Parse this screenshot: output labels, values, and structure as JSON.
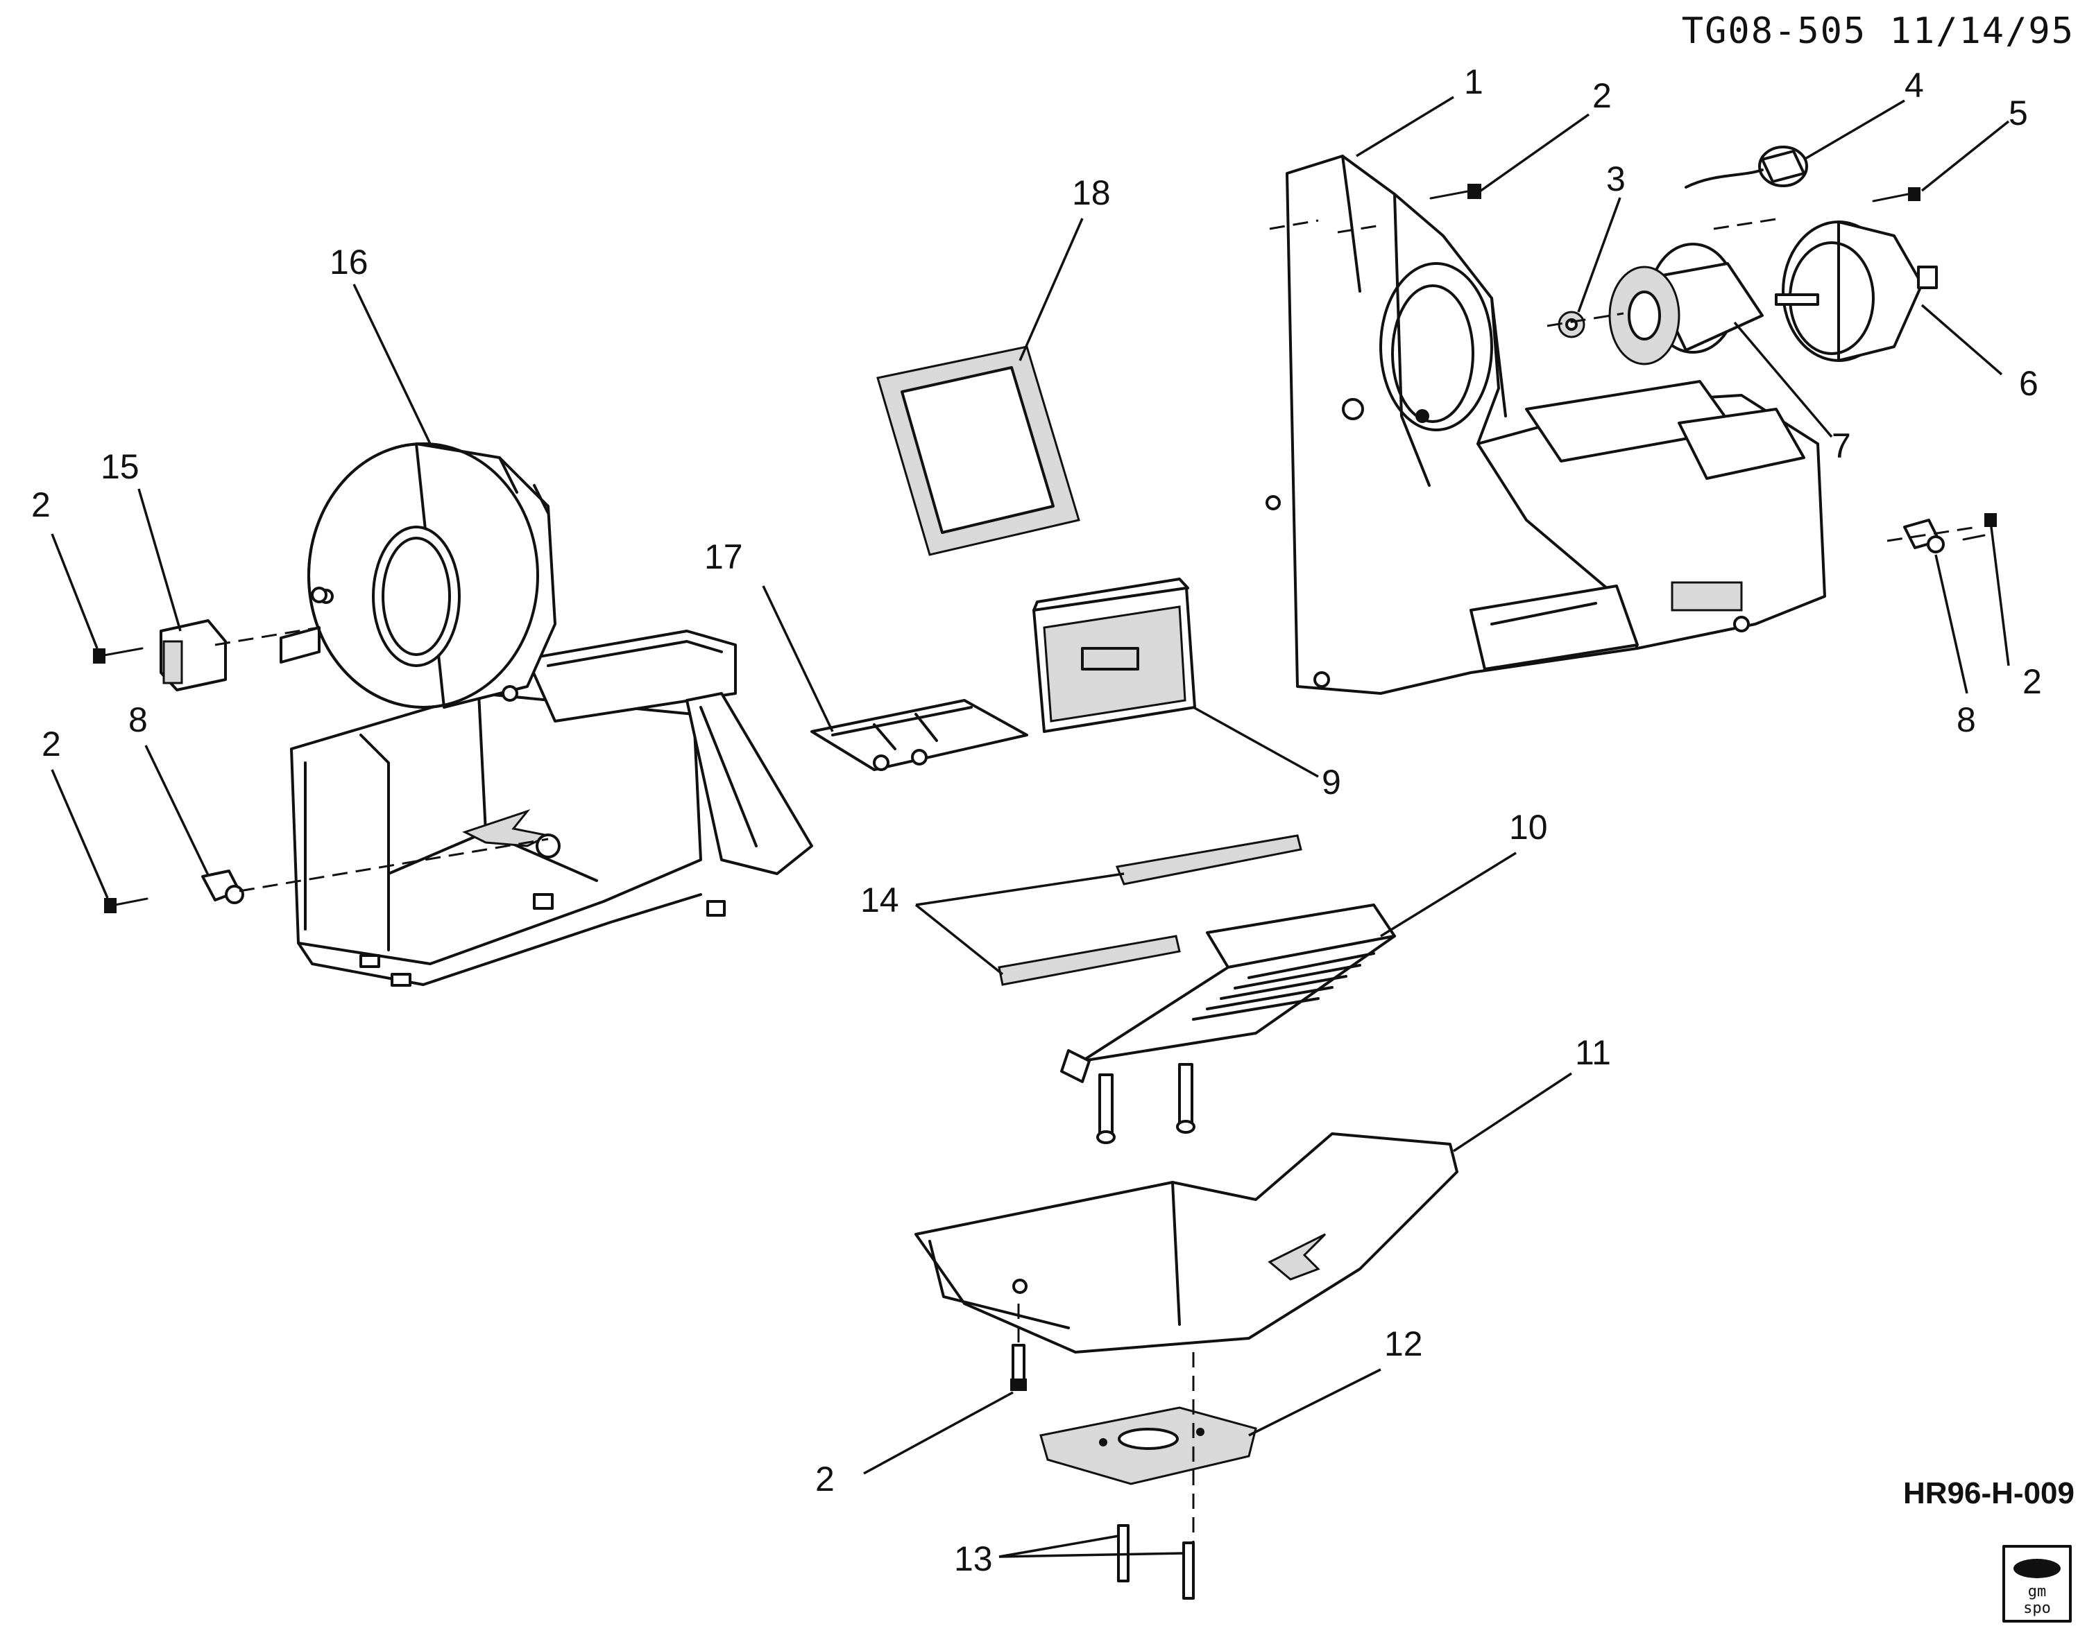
{
  "header": {
    "drawing_id": "TG08-505 11/14/95"
  },
  "footer": {
    "reference_code": "HR96-H-009",
    "logo_line1": "gm",
    "logo_line2": "spo"
  },
  "callouts": {
    "c1": "1",
    "c2a": "2",
    "c2b": "2",
    "c2c": "2",
    "c2d": "2",
    "c2e": "2",
    "c3": "3",
    "c4": "4",
    "c5": "5",
    "c6": "6",
    "c7": "7",
    "c8a": "8",
    "c8b": "8",
    "c9": "9",
    "c10": "10",
    "c11": "11",
    "c12": "12",
    "c13": "13",
    "c14": "14",
    "c15": "15",
    "c16": "16",
    "c17": "17",
    "c18": "18"
  }
}
